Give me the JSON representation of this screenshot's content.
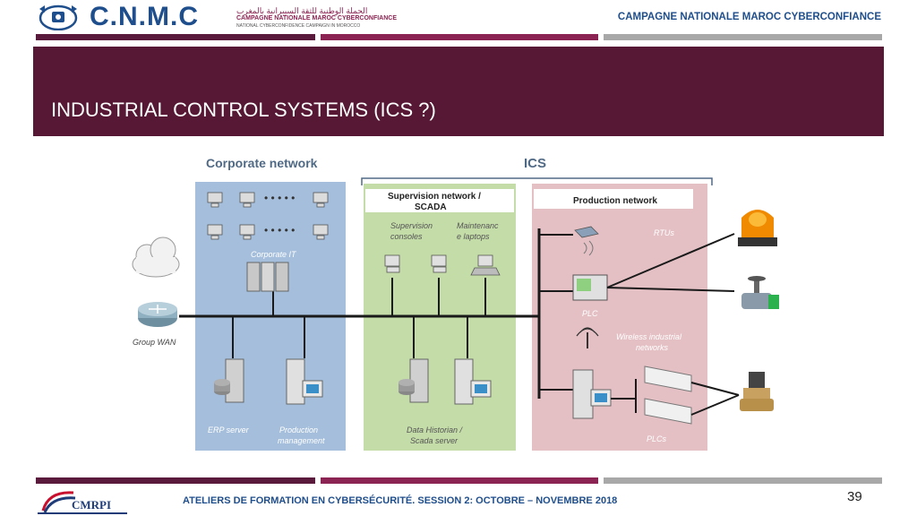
{
  "header": {
    "logo_text": "C.N.M.C",
    "logo_arabic": "الحملة الوطنية للثقة السيبرانية بالمغرب",
    "logo_french": "CAMPAGNE NATIONALE MAROC CYBERCONFIANCE",
    "logo_english": "NATIONAL CYBERCONFIDENCE CAMPAIGN IN MOROCCO",
    "campaign": "CAMPAGNE NATIONALE MAROC CYBERCONFIANCE"
  },
  "slide": {
    "title": "INDUSTRIAL CONTROL SYSTEMS (ICS ?)"
  },
  "diagram": {
    "corporate_title": "Corporate network",
    "ics_title": "ICS",
    "supervision_title_1": "Supervision network /",
    "supervision_title_2": "SCADA",
    "production_title": "Production network",
    "corporate_it": "Corporate IT",
    "group_wan": "Group WAN",
    "erp_server": "ERP server",
    "production_mgmt_1": "Production",
    "production_mgmt_2": "management",
    "supervision_consoles_1": "Supervision",
    "supervision_consoles_2": "consoles",
    "maintenance_1": "Maintenanc",
    "maintenance_2": "e laptops",
    "data_historian_1": "Data Historian /",
    "data_historian_2": "Scada server",
    "rtus": "RTUs",
    "plc": "PLC",
    "wireless_1": "Wireless industrial",
    "wireless_2": "networks",
    "plcs": "PLCs"
  },
  "footer": {
    "org": "CMRPI",
    "text": "ATELIERS DE FORMATION EN CYBERSÉCURITÉ.  SESSION 2: OCTOBRE – NOVEMBRE 2018",
    "page": "39"
  },
  "colors": {
    "title_band": "#561834",
    "corporate_bg": "#a4bedb",
    "supervision_bg": "#c4dca8",
    "production_bg": "#e4c0c4",
    "brand_blue": "#1f4e8c"
  }
}
